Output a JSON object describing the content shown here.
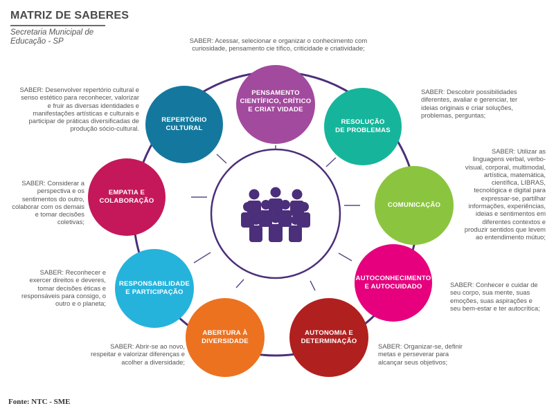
{
  "header": {
    "title": "MATRIZ DE SABERES",
    "subtitle": "Secretaria Municipal de Educação - SP"
  },
  "center": {
    "icon": "group-of-people-icon"
  },
  "nodes": [
    {
      "label": "PENSAMENTO\nCIENTÍFICO, CRÍTICO\nE CRIAT VIDADE",
      "color": "#a24a9d"
    },
    {
      "label": "RESOLUÇÃO\nDE PROBLEMAS",
      "color": "#16b59b"
    },
    {
      "label": "COMUNICAÇÃO",
      "color": "#8bc53f"
    },
    {
      "label": "AUTOCONHECIMENTO\nE AUTOCUIDADO",
      "color": "#e6007e"
    },
    {
      "label": "AUTONOMIA E\nDETERMINAÇÃO",
      "color": "#b0201f"
    },
    {
      "label": "ABERTURA À\nDIVERSIDADE",
      "color": "#ec7220"
    },
    {
      "label": "RESPONSABILIDADE\nE PARTICIPAÇÃO",
      "color": "#25b3dc"
    },
    {
      "label": "EMPATIA E\nCOLABORAÇÃO",
      "color": "#c4185a"
    },
    {
      "label": "REPERTÓRIO\nCULTURAL",
      "color": "#14789e"
    }
  ],
  "descriptions": {
    "pensamento": "SABER: Acessar, selecionar e organizar o conhecimento com curiosidade, pensamento cie tífico, criticidade e criatividade;",
    "resolucao": "SABER: Descobrir possibilidades diferentes, avaliar e gerenciar, ter ideias originais e criar soluções, problemas, perguntas;",
    "comunicacao": "SABER: Utilizar as linguagens verbal, verbo-visual, corporal, multimodal, artística, matemática, científica, LIBRAS, tecnológica e digital para expressar-se, partilhar informações, experiências, ideias e sentimentos em diferentes contextos e produzir sentidos que levem ao entendimento mútuo;",
    "autoconhecimento": "SABER: Conhecer e cuidar de seu corpo, sua mente, suas emoções, suas aspirações e seu bem-estar e ter autocrítica;",
    "autonomia": "SABER: Organizar-se, definir metas e perseverar para alcançar seus objetivos;",
    "abertura": "SABER: Abrir-se ao novo, respeitar e valorizar diferenças e acolher a diversidade;",
    "responsabilidade": "SABER: Reconhecer e exercer direitos e deveres, tomar decisões éticas e responsáveis para consigo, o outro e o planeta;",
    "empatia": "SABER: Considerar a perspectiva e os sentimentos do outro, colaborar com os demais e tomar decisões coletivas;",
    "repertorio": "SABER: Desenvolver repertório cultural e senso estético para reconhecer, valorizar e fruir as diversas identidades e manifestações artísticas e culturais e participar de práticas diversificadas de produção sócio-cultural."
  },
  "footer": {
    "source": "Fonte: NTC - SME"
  },
  "colors": {
    "ring": "#4b2f7a",
    "spokes": "#5a4a86",
    "people_icon": "#4b2f7a",
    "text": "#555555"
  }
}
